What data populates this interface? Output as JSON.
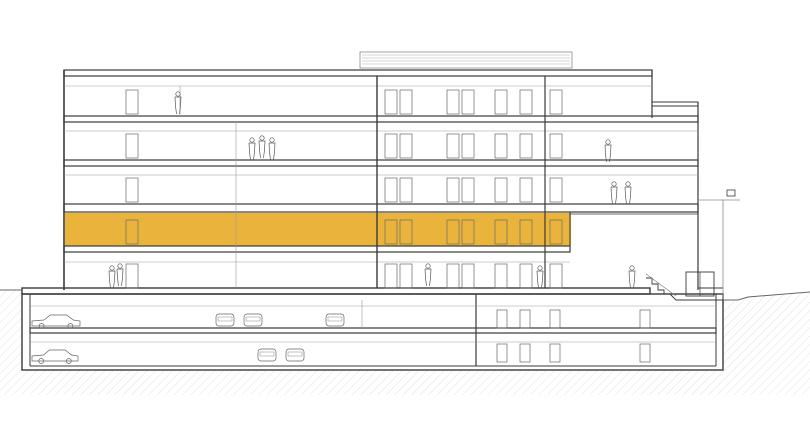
{
  "drawing": {
    "type": "building-section",
    "above_ground_floors": 5,
    "basement_levels": 2,
    "highlighted_floor": 2,
    "colors": {
      "background": "#ffffff",
      "line": "#3a3a3a",
      "thin_line": "#8a8a8a",
      "highlight": "#eab43c",
      "hatch": "#c8c8c8"
    },
    "icons": [
      "person-figure-icon",
      "car-icon",
      "door-icon",
      "staircase-icon",
      "roof-unit-icon"
    ]
  }
}
